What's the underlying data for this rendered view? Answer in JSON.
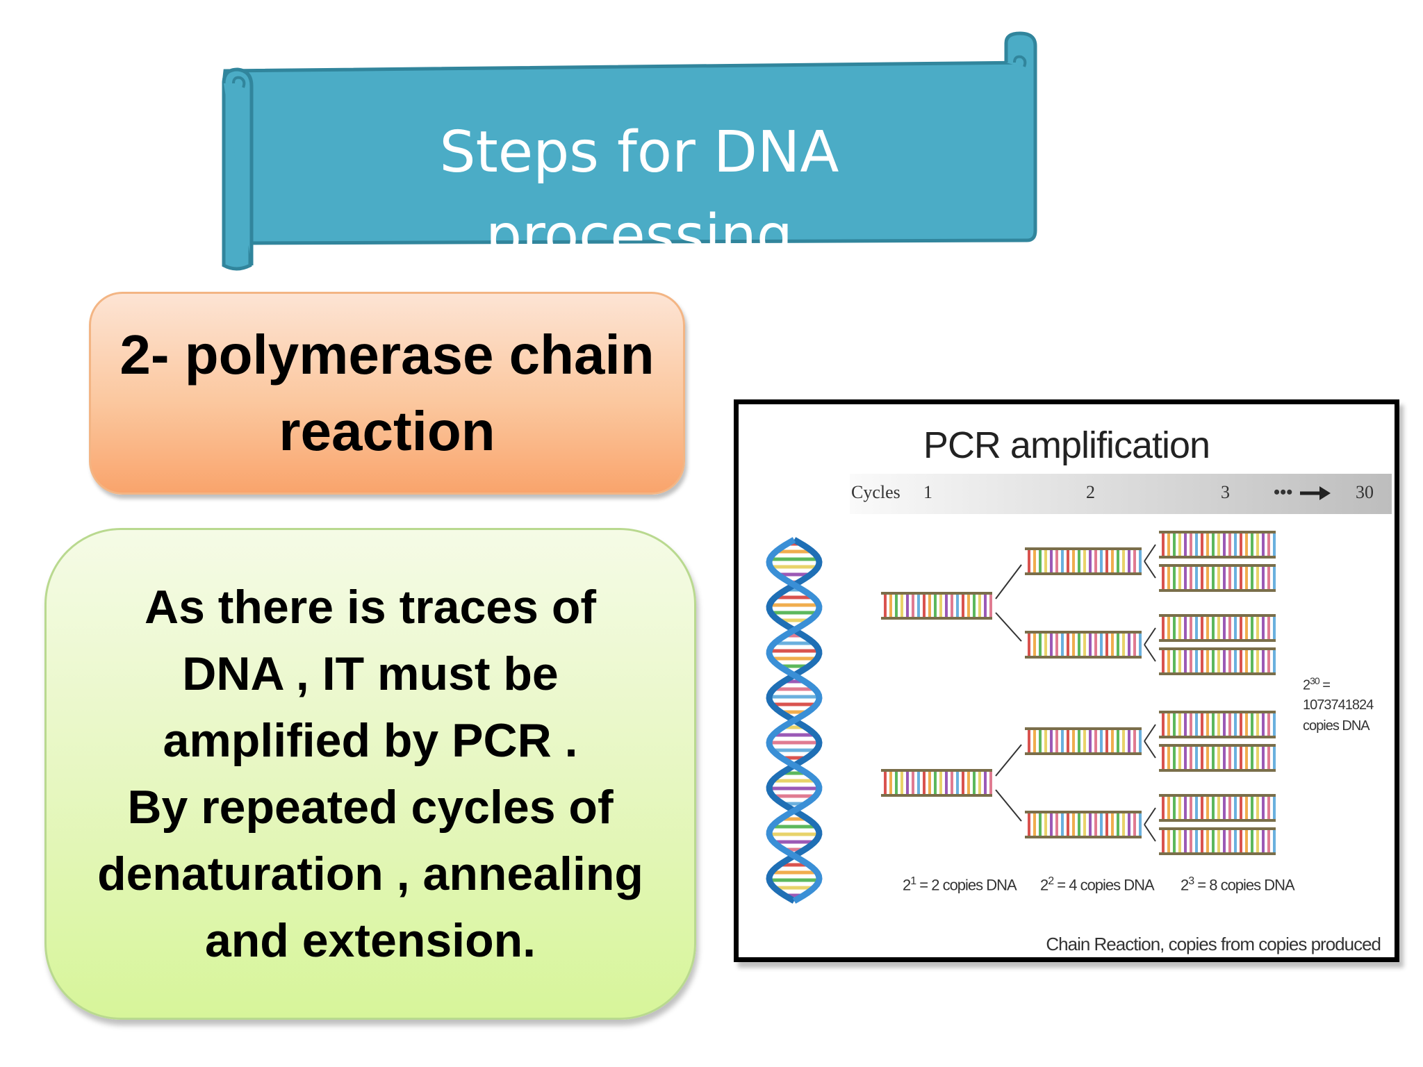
{
  "banner": {
    "title": "Steps for DNA processing"
  },
  "heading": {
    "lines": [
      "2- polymerase chain",
      "reaction"
    ]
  },
  "body": {
    "lines": [
      "As there is traces of",
      "DNA , IT must be",
      "amplified by PCR .",
      "By repeated cycles of",
      "denaturation , annealing",
      "and extension."
    ]
  },
  "figure": {
    "title": "PCR amplification",
    "cycles_label": "Cycles",
    "cycle_marks": [
      "1",
      "2",
      "3",
      "•••",
      "30"
    ],
    "copies": [
      {
        "base": "2",
        "exp": "1",
        "rest": " = 2 copies DNA"
      },
      {
        "base": "2",
        "exp": "2",
        "rest": " = 4 copies DNA"
      },
      {
        "base": "2",
        "exp": "3",
        "rest": " = 8 copies DNA"
      }
    ],
    "total": {
      "base": "2",
      "exp": "30",
      "eq": " =",
      "number": "1073741824",
      "unit": "copies DNA"
    },
    "caption": "Chain Reaction, copies from copies produced"
  },
  "colors": {
    "banner_fill": "#4bacc6",
    "banner_edge": "#31859c",
    "heading_fill": "#fbc79e",
    "body_fill": "#e3f7b5",
    "helix_blue": "#1f6fb5"
  }
}
